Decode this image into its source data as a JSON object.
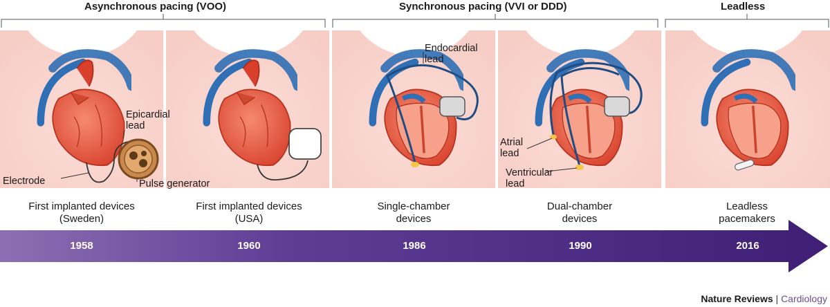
{
  "eras": [
    {
      "title": "Asynchronous pacing (VOO)"
    },
    {
      "title": "Synchronous pacing (VVI or DDD)"
    },
    {
      "title": "Leadless"
    }
  ],
  "panels": [
    {
      "caption_line1": "First implanted devices",
      "caption_line2": "(Sweden)",
      "year": "1958"
    },
    {
      "caption_line1": "First implanted devices",
      "caption_line2": "(USA)",
      "year": "1960"
    },
    {
      "caption_line1": "Single-chamber",
      "caption_line2": "devices",
      "year": "1986"
    },
    {
      "caption_line1": "Dual-chamber",
      "caption_line2": "devices",
      "year": "1990"
    },
    {
      "caption_line1": "Leadless",
      "caption_line2": "pacemakers",
      "year": "2016"
    }
  ],
  "labels": {
    "electrode": "Electrode",
    "epicardial_line1": "Epicardial",
    "epicardial_line2": "lead",
    "pulse_generator": "Pulse generator",
    "endocardial_line1": "Endocardial",
    "endocardial_line2": "lead",
    "atrial_line1": "Atrial",
    "atrial_line2": "lead",
    "ventricular_line1": "Ventricular",
    "ventricular_line2": "lead"
  },
  "credit": {
    "journal": "Nature Reviews",
    "separator": "|",
    "subject": "Cardiology"
  },
  "colors": {
    "skin": "#fbdcd6",
    "heart": "#e8553f",
    "vessel_blue": "#2f6fb5",
    "arrow_start": "#8c6fb3",
    "arrow_end": "#3f1f75",
    "subject": "#6a4c93"
  }
}
